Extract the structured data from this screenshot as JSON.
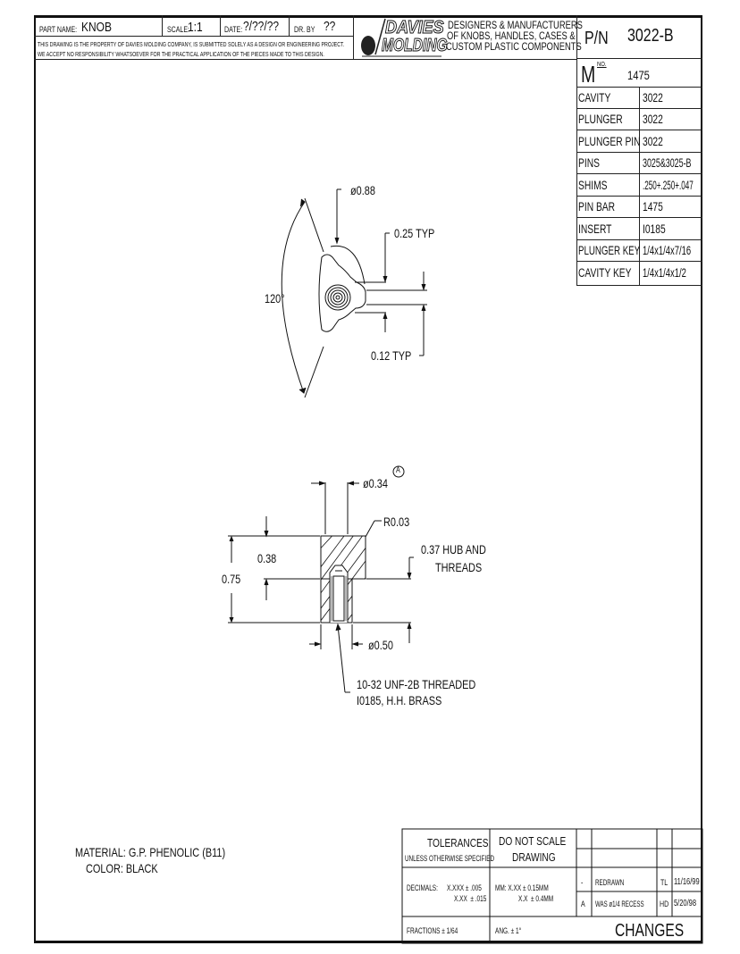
{
  "title_block": {
    "part_name_label": "PART NAME:",
    "part_name": "KNOB",
    "scale_label": "SCALE:",
    "scale": "1:1",
    "date_label": "DATE:",
    "date": "?/??/??",
    "drawn_by_label": "DR. BY",
    "drawn_by": "??",
    "disclaimer_line1": "THIS DRAWING IS THE PROPERTY OF DAVIES MOLDING COMPANY, IS SUBMITTED SOLELY AS A DESIGN OR ENGINEERING PROJECT.",
    "disclaimer_line2": "WE ACCEPT NO RESPONSIBILITY WHATSOEVER FOR THE PRACTICAL APPLICATION OF THE PIECES MADE TO THIS DESIGN."
  },
  "company": {
    "logo_line1": "DAVIES",
    "logo_line2": "MOLDING",
    "tagline1": "DESIGNERS & MANUFACTURERS",
    "tagline2": "OF KNOBS, HANDLES, CASES &",
    "tagline3": "CUSTOM PLASTIC COMPONENTS"
  },
  "part_info": {
    "pn_label": "P/N",
    "pn": "3022-B",
    "mno_label": "M",
    "mno_sup": "NO.",
    "mno": "1475",
    "rows": [
      {
        "key": "CAVITY",
        "value": "3022"
      },
      {
        "key": "PLUNGER",
        "value": "3022"
      },
      {
        "key": "PLUNGER PIN",
        "value": "3022"
      },
      {
        "key": "PINS",
        "value": "3025&3025-B"
      },
      {
        "key": "SHIMS",
        "value": ".250+.250+.047"
      },
      {
        "key": "PIN BAR",
        "value": "1475"
      },
      {
        "key": "INSERT",
        "value": "I0185"
      },
      {
        "key": "PLUNGER KEY",
        "value": "1/4x1/4x7/16"
      },
      {
        "key": "CAVITY KEY",
        "value": "1/4x1/4x1/2"
      }
    ]
  },
  "top_view": {
    "diameter": "ø0.88",
    "width_typ": "0.25 TYP",
    "thickness_typ": "0.12 TYP",
    "angle": "120°"
  },
  "section_view": {
    "hub_diameter": "ø0.34",
    "revision_marker": "A",
    "radius": "R0.03",
    "hub_height": "0.37 HUB AND",
    "hub_height_2": "THREADS",
    "upper_height": "0.38",
    "total_height": "0.75",
    "base_diameter": "ø0.50",
    "thread_note1": "10-32 UNF-2B THREADED",
    "thread_note2": "I0185, H.H. BRASS"
  },
  "material": {
    "material_line": "MATERIAL: G.P. PHENOLIC (B11)",
    "color_line": "COLOR: BLACK"
  },
  "tolerances": {
    "title": "TOLERANCES:",
    "subtitle": "UNLESS OTHERWISE SPECIFIED",
    "no_scale1": "DO NOT SCALE",
    "no_scale2": "DRAWING",
    "decimals_label": "DECIMALS:",
    "dec1": "X.XXX ± .005",
    "dec2": "X.XX  ± .015",
    "mm1": "MM: X.XX ± 0.15MM",
    "mm2": "X.X  ± 0.4MM",
    "fractions": "FRACTIONS ± 1/64",
    "angle": "ANG. ± 1°"
  },
  "changes": {
    "title": "CHANGES",
    "rows": [
      {
        "rev": "",
        "desc": "",
        "by": "",
        "date": ""
      },
      {
        "rev": "",
        "desc": "",
        "by": "",
        "date": ""
      },
      {
        "rev": "-",
        "desc": "REDRAWN",
        "by": "TL",
        "date": "11/16/99"
      },
      {
        "rev": "A",
        "desc": "WAS ø1/4 RECESS",
        "by": "HD",
        "date": "5/20/98"
      }
    ]
  }
}
